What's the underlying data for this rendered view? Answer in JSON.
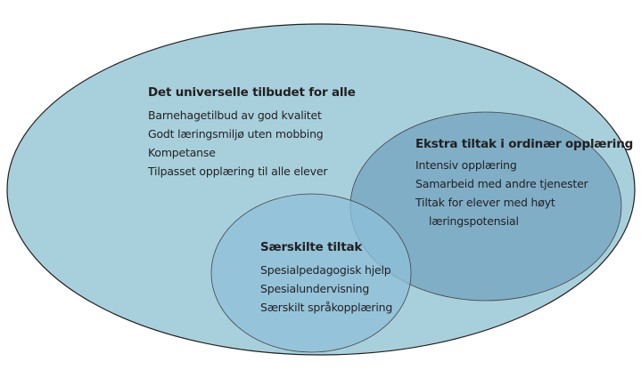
{
  "colors": {
    "outer": "#a8d0dc",
    "extra": "#80aec6",
    "special": "#8fbfd9"
  },
  "universal": {
    "title": "Det universelle tilbudet for alle",
    "items": [
      "Barnehagetilbud av god kvalitet",
      "Godt læringsmiljø uten mobbing",
      "Kompetanse",
      "Tilpasset opplæring til alle elever"
    ]
  },
  "extra": {
    "title": "Ekstra tiltak i ordinær opplæring",
    "items": [
      "Intensiv opplæring",
      "Samarbeid med andre tjenester",
      "Tiltak for elever med høyt",
      "læringspotensial"
    ]
  },
  "special": {
    "title": "Særskilte tiltak",
    "items": [
      "Spesialpedagogisk hjelp",
      "Spesialundervisning",
      "Særskilt språkopplæring"
    ]
  }
}
